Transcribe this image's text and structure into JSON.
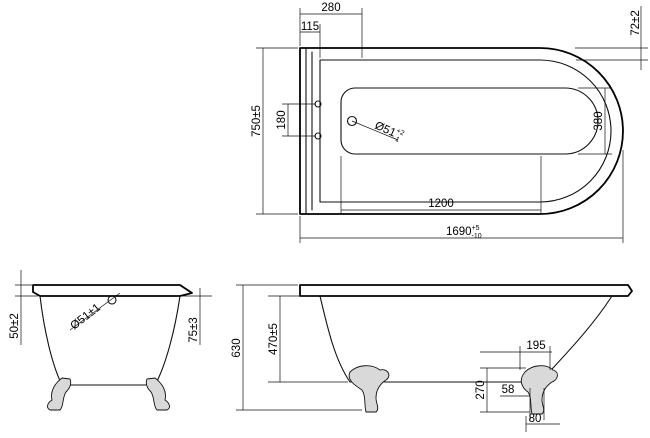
{
  "top_view": {
    "dims": {
      "overall_length": "1690",
      "overall_length_tol_plus": "+5",
      "overall_length_tol_minus": "-10",
      "inner_length": "1200",
      "width": "750±5",
      "inner_width": "380",
      "tap_spacing": "180",
      "tap_offset": "115",
      "deck_width": "280",
      "rim_height": "72±2",
      "waste_diameter": "Ø51",
      "waste_diameter_tol_plus": "+2",
      "waste_diameter_tol_minus": "-1"
    }
  },
  "end_view": {
    "dims": {
      "rim_drop": "50±2",
      "overflow": "Ø51±1",
      "waste_height": "75±3"
    }
  },
  "side_view": {
    "dims": {
      "overall_height": "630",
      "depth": "470±5",
      "foot_height": "270",
      "foot_spread": "195",
      "foot_width": "58",
      "foot_base": "80"
    }
  }
}
